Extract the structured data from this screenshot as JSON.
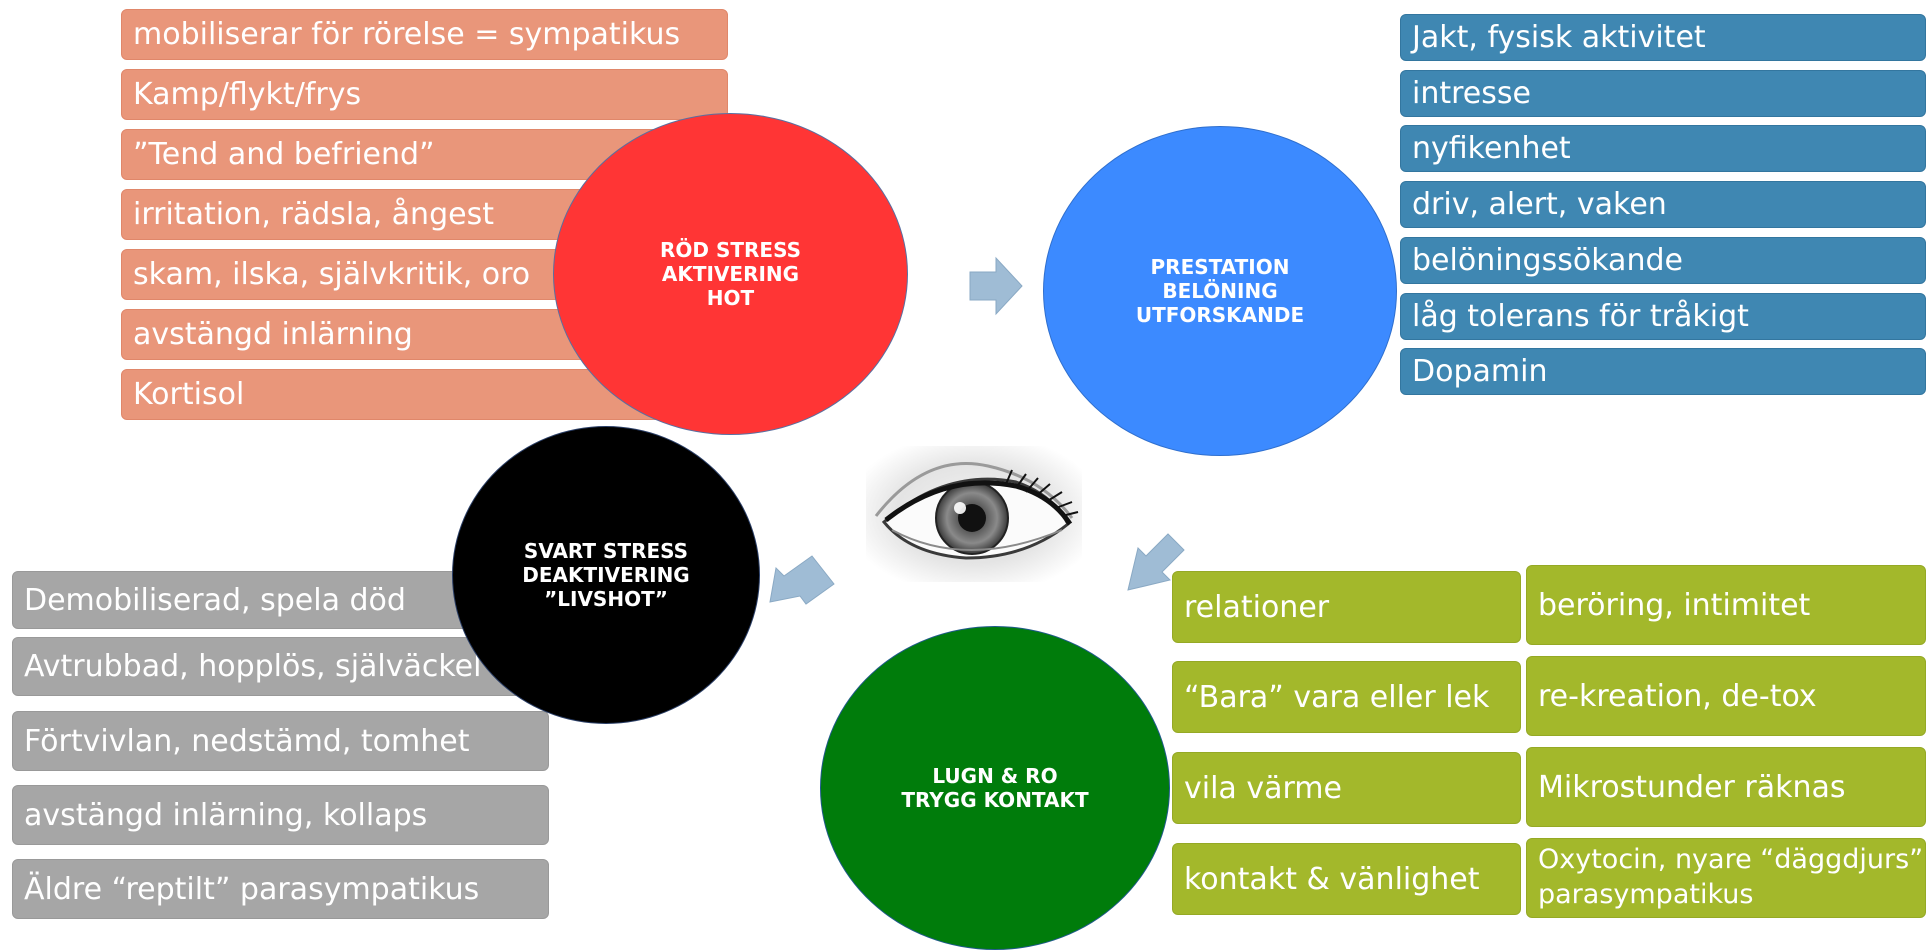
{
  "colors": {
    "red_stress": "#ff3535",
    "prestation": "#3c8aff",
    "black_stress": "#000000",
    "calm": "#007c0b",
    "salmon_box": "#e9967a",
    "blue_box": "#3f87b2",
    "grey_box": "#a6a6a6",
    "olive_box": "#a3b82b",
    "arrow": "#9fbcd5"
  },
  "circles": {
    "red": {
      "lines": [
        "RÖD STRESS",
        "AKTIVERING",
        "HOT"
      ]
    },
    "blue": {
      "lines": [
        "PRESTATION",
        "BELÖNING",
        "UTFORSKANDE"
      ]
    },
    "black": {
      "lines": [
        "SVART STRESS",
        "DEAKTIVERING",
        "”LIVSHOT”"
      ]
    },
    "green": {
      "lines": [
        "LUGN & RO",
        "TRYGG KONTAKT"
      ]
    }
  },
  "red_items": [
    "mobiliserar för rörelse = sympatikus",
    "Kamp/flykt/frys",
    "”Tend and befriend”",
    "irritation, rädsla, ångest",
    "skam, ilska, självkritik, oro",
    "avstängd inlärning",
    "Kortisol"
  ],
  "blue_items": [
    "Jakt, fysisk aktivitet",
    "intresse",
    "nyfikenhet",
    "driv, alert, vaken",
    "belöningssökande",
    "låg tolerans för tråkigt",
    "Dopamin"
  ],
  "grey_items": [
    "Demobiliserad, spela död",
    "Avtrubbad, hopplös, själväckel",
    "Förtvivlan, nedstämd, tomhet",
    "avstängd inlärning, kollaps",
    "Äldre “reptilt” parasympatikus"
  ],
  "green_left": [
    "relationer",
    "“Bara” vara eller lek",
    "vila värme",
    "kontakt & vänlighet"
  ],
  "green_right": [
    "beröring, intimitet",
    "re-kreation, de-tox",
    "Mikrostunder räknas",
    "Oxytocin, nyare “däggdjurs” parasympatikus"
  ],
  "icons": [
    "eye-icon",
    "arrow-right-icon",
    "arrow-down-left-icon",
    "arrow-up-left-icon"
  ]
}
